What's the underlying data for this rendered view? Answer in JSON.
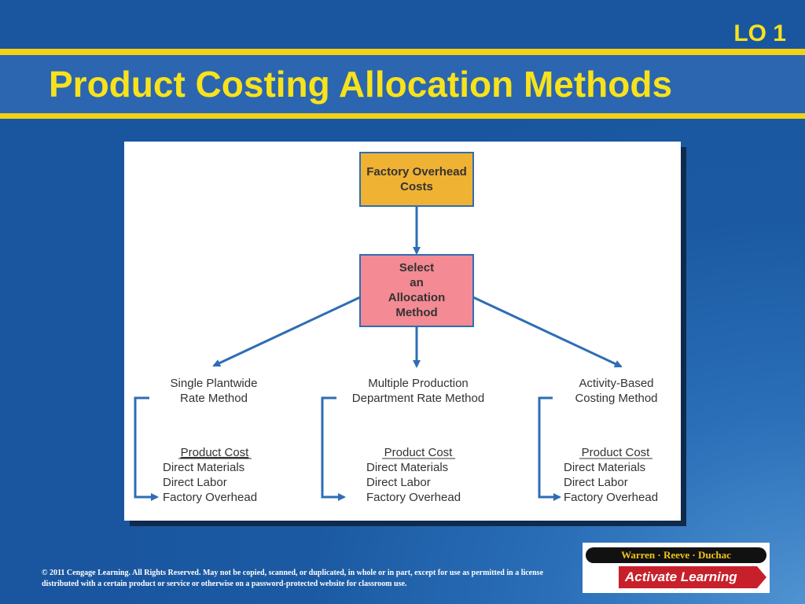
{
  "slide": {
    "lo_label": "LO 1",
    "title": "Product Costing Allocation Methods",
    "footer": "© 2011 Cengage Learning. All Rights Reserved. May not be copied, scanned, or duplicated, in whole or in part, except for use as permitted in a license distributed with a certain product or service or otherwise on a password-protected website for classroom use.",
    "logo": {
      "top": "Warren · Reeve · Duchac",
      "bottom": "Activate Learning"
    }
  },
  "diagram": {
    "colors": {
      "top_box": "#f0b232",
      "middle_box": "#f48a93",
      "box_border": "#2e6db4",
      "arrow": "#2e6db4",
      "text": "#333333"
    },
    "top_box": {
      "lines": [
        "Factory Overhead",
        "Costs"
      ]
    },
    "middle_box": {
      "lines": [
        "Select",
        "an",
        "Allocation",
        "Method"
      ]
    },
    "methods": [
      {
        "lines": [
          "Single Plantwide",
          "Rate Method"
        ],
        "heading": "Product Cost",
        "items": [
          "Direct Materials",
          "Direct Labor",
          "Factory Overhead"
        ]
      },
      {
        "lines": [
          "Multiple Production",
          "Department Rate Method"
        ],
        "heading": "Product Cost",
        "items": [
          "Direct Materials",
          "Direct Labor",
          "Factory Overhead"
        ]
      },
      {
        "lines": [
          "Activity-Based",
          "Costing Method"
        ],
        "heading": "Product Cost",
        "items": [
          "Direct Materials",
          "Direct Labor",
          "Factory Overhead"
        ]
      }
    ]
  }
}
